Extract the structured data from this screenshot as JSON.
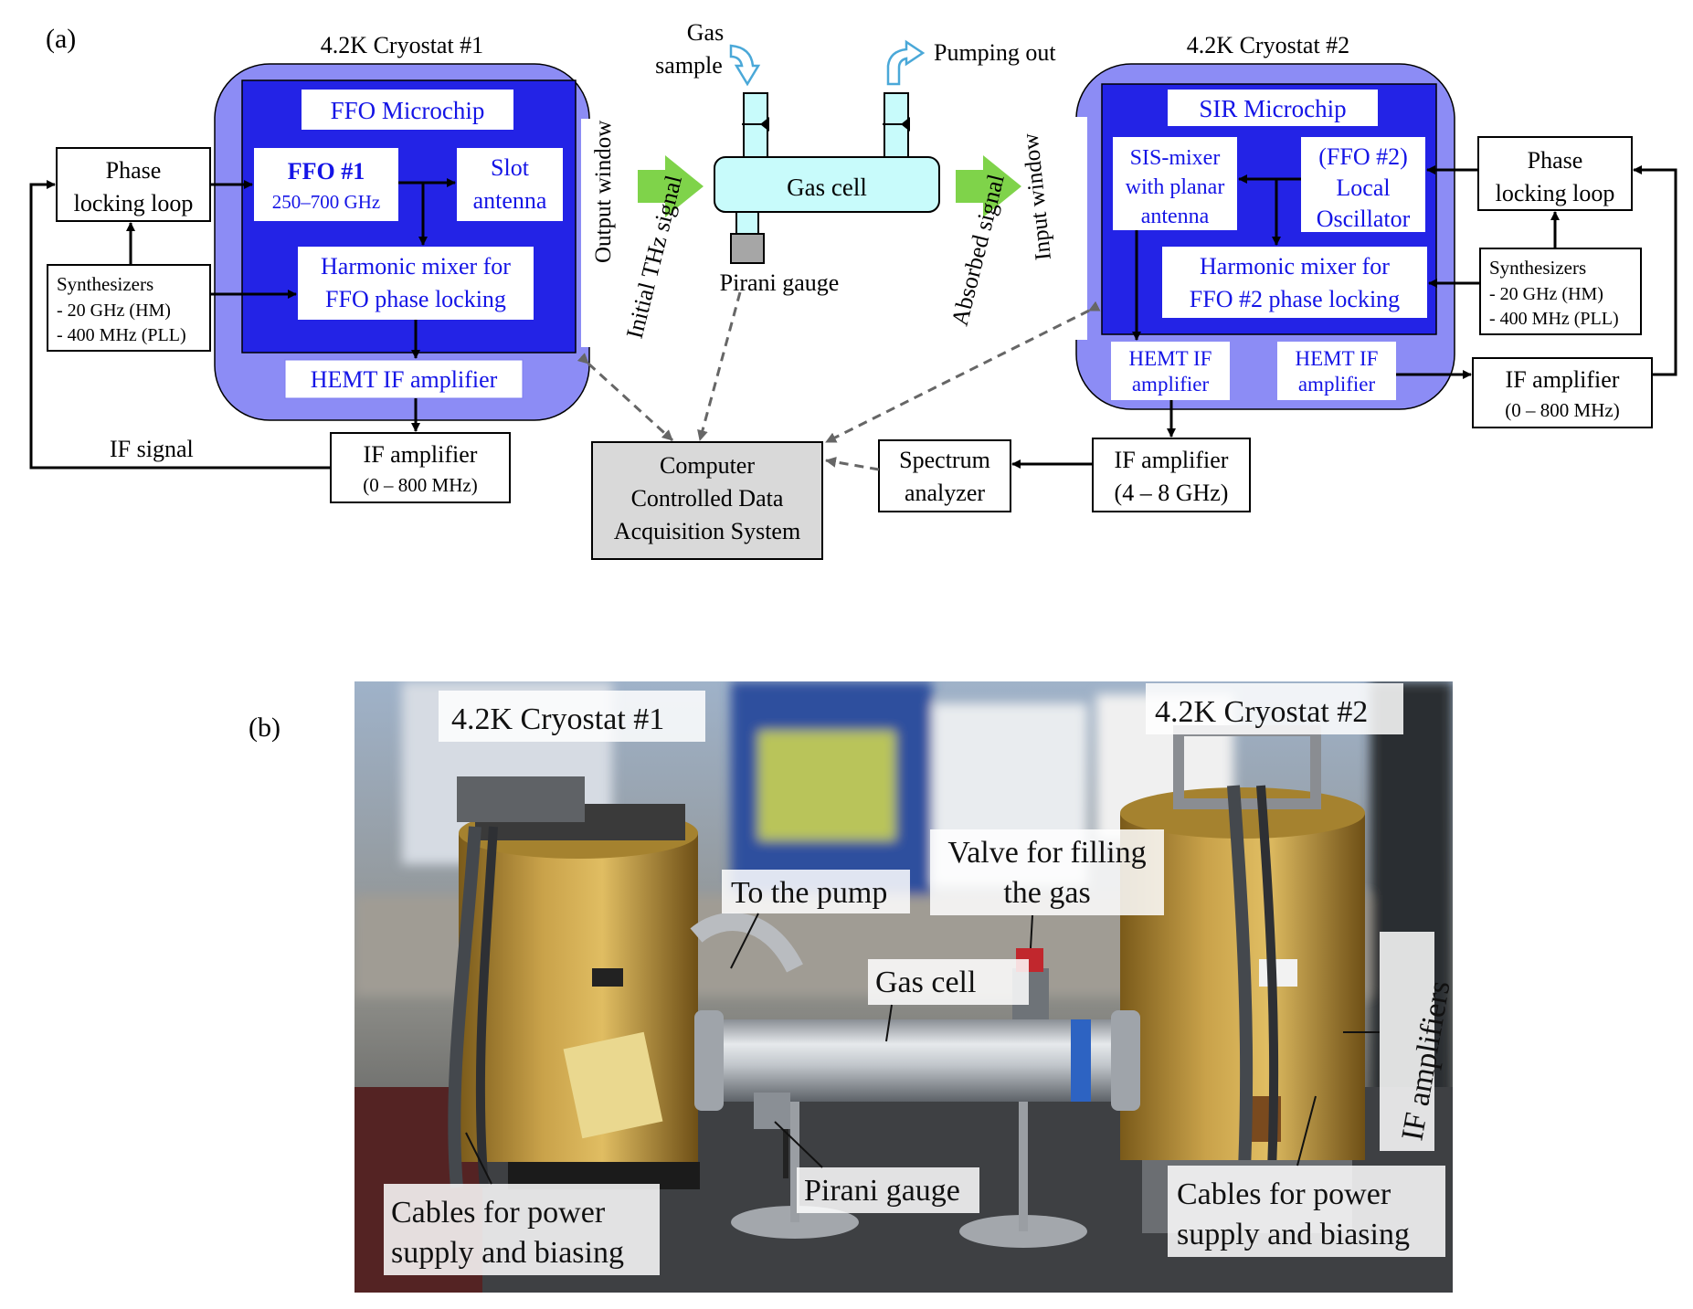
{
  "panel_a": {
    "label": "(a)",
    "cryostat1": {
      "title": "4.2K Cryostat #1",
      "ffo_microchip": "FFO Microchip",
      "ffo1_name": "FFO #1",
      "ffo1_range": "250–700 GHz",
      "slot_antenna_l1": "Slot",
      "slot_antenna_l2": "antenna",
      "harmonic_l1": "Harmonic mixer for",
      "harmonic_l2": "FFO phase locking",
      "hemt": "HEMT IF amplifier",
      "output_window": "Output window"
    },
    "left_pll_l1": "Phase",
    "left_pll_l2": "locking loop",
    "left_synth_l1": "Synthesizers",
    "left_synth_l2": "- 20 GHz (HM)",
    "left_synth_l3": "- 400 MHz (PLL)",
    "if_signal": "IF signal",
    "left_if_amp_l1": "IF amplifier",
    "left_if_amp_l2": "(0 – 800 MHz)",
    "initial_signal": "Initial THz signal",
    "gas_sample_l1": "Gas",
    "gas_sample_l2": "sample",
    "pumping_out": "Pumping out",
    "gas_cell": "Gas cell",
    "pirani": "Pirani gauge",
    "absorbed_signal": "Absorbed signal",
    "daq_l1": "Computer",
    "daq_l2": "Controlled Data",
    "daq_l3": "Acquisition System",
    "spectrum_l1": "Spectrum",
    "spectrum_l2": "analyzer",
    "mid_if_amp_l1": "IF amplifier",
    "mid_if_amp_l2": "(4 – 8 GHz)",
    "cryostat2": {
      "title": "4.2K Cryostat #2",
      "sir_microchip": "SIR Microchip",
      "sis_l1": "SIS-mixer",
      "sis_l2": "with planar",
      "sis_l3": "antenna",
      "lo_l1": "(FFO #2)",
      "lo_l2": "Local",
      "lo_l3": "Oscillator",
      "harmonic_l1": "Harmonic mixer for",
      "harmonic_l2": "FFO #2 phase locking",
      "hemt1_l1": "HEMT IF",
      "hemt1_l2": "amplifier",
      "hemt2_l1": "HEMT IF",
      "hemt2_l2": "amplifier",
      "input_window": "Input window"
    },
    "right_pll_l1": "Phase",
    "right_pll_l2": "locking loop",
    "right_synth_l1": "Synthesizers",
    "right_synth_l2": "- 20 GHz (HM)",
    "right_synth_l3": "- 400 MHz (PLL)",
    "right_if_amp_l1": "IF amplifier",
    "right_if_amp_l2": "(0 – 800 MHz)"
  },
  "panel_b": {
    "label": "(b)",
    "cryostat1": "4.2K Cryostat #1",
    "cryostat2": "4.2K Cryostat #2",
    "to_pump": "To the pump",
    "valve_l1": "Valve for filling",
    "valve_l2": "the gas",
    "gas_cell": "Gas cell",
    "if_amplifiers": "IF amplifiers",
    "pirani": "Pirani gauge",
    "cables_left_l1": "Cables for power",
    "cables_left_l2": "supply and biasing",
    "cables_right_l1": "Cables for power",
    "cables_right_l2": "supply and biasing"
  },
  "colors": {
    "chip_blue": "#2323e6",
    "cryostat_lavender": "#8c8cf5",
    "chip_text_blue": "#1414e6",
    "gas_cell_cyan": "#c8fbfb",
    "arrow_green": "#7fd34a",
    "daq_gray": "#d9d9d9",
    "brass": "#b8923a"
  }
}
